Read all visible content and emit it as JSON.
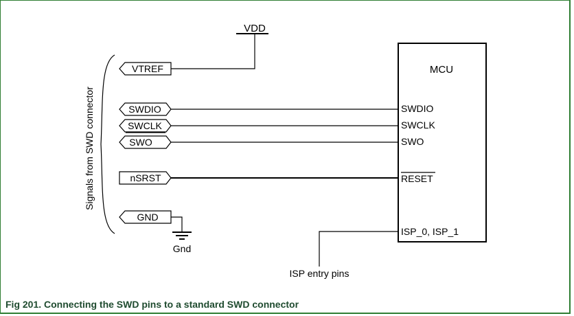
{
  "caption": "Fig 201. Connecting the SWD pins to a standard SWD connector",
  "vdd_label": "VDD",
  "mcu_label": "MCU",
  "brace_label": "Signals from SWD connector",
  "connector_pins": {
    "vtref": "VTREF",
    "swdio": "SWDIO",
    "swclk": "SWCLK",
    "swo": "SWO",
    "nsrst": "nSRST",
    "gnd": "GND"
  },
  "mcu_pins": {
    "swdio": "SWDIO",
    "swclk": "SWCLK",
    "swo": "SWO",
    "reset": "RESET",
    "isp": "ISP_0, ISP_1"
  },
  "gnd_symbol_label": "Gnd",
  "isp_note": "ISP entry pins",
  "icons": [
    "ground-symbol-icon",
    "connector-pin-icon"
  ]
}
